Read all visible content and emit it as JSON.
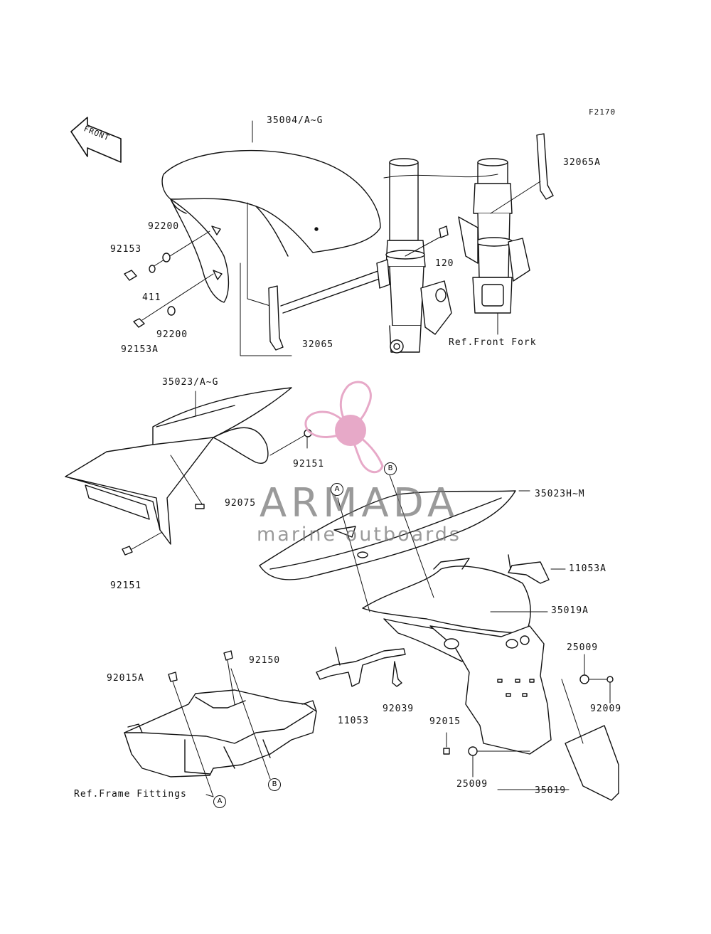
{
  "diagram": {
    "figure_code": "F2170",
    "front_label": "FRONT",
    "parts": {
      "p35004": "35004/A~G",
      "p32065A": "32065A",
      "p92200_top": "92200",
      "p92153": "92153",
      "p120": "120",
      "p411": "411",
      "p92200_bot": "92200",
      "p92153A": "92153A",
      "p32065": "32065",
      "ref_front_fork": "Ref.Front Fork",
      "p35023": "35023/A~G",
      "p92151_right": "92151",
      "p35023HM": "35023H~M",
      "p92075": "92075",
      "p92151_left": "92151",
      "p11053A": "11053A",
      "p35019A": "35019A",
      "p25009_top": "25009",
      "p92009": "92009",
      "p92150": "92150",
      "p92015A": "92015A",
      "p11053": "11053",
      "p92039": "92039",
      "p92015": "92015",
      "p25009_bot": "25009",
      "p35019": "35019",
      "ref_frame_fittings": "Ref.Frame Fittings"
    },
    "markers": {
      "a": "A",
      "b": "B"
    }
  },
  "watermark": {
    "title": "ARMADA",
    "subtitle": "marine outboards",
    "logo": "propeller-logo",
    "color": "#e7a9c8"
  }
}
